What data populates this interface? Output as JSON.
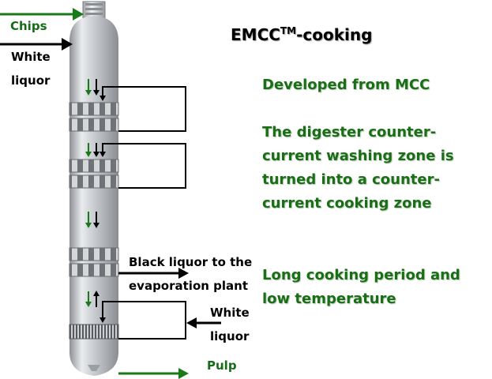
{
  "title": {
    "main": "EMCC",
    "tm": "TM",
    "suffix": "-cooking"
  },
  "labels": {
    "chips": "Chips",
    "white_liquor_top_1": "White",
    "white_liquor_top_2": "liquor",
    "black_liquor_1": "Black liquor to the",
    "black_liquor_2": "evaporation plant",
    "white_liquor_bottom_1": "White",
    "white_liquor_bottom_2": "liquor",
    "pulp": "Pulp"
  },
  "text": {
    "developed": "Developed from MCC",
    "zone_lines": [
      "The digester counter-",
      "current washing zone is",
      "turned into a counter-",
      "current cooking zone"
    ],
    "period_lines": [
      "Long cooking period and",
      "low temperature"
    ]
  },
  "colors": {
    "green_arrow": "#1a7a1a",
    "text_green": "#156b16",
    "vessel_body": "#c6c9cc",
    "vessel_shadow": "#8e9296"
  }
}
